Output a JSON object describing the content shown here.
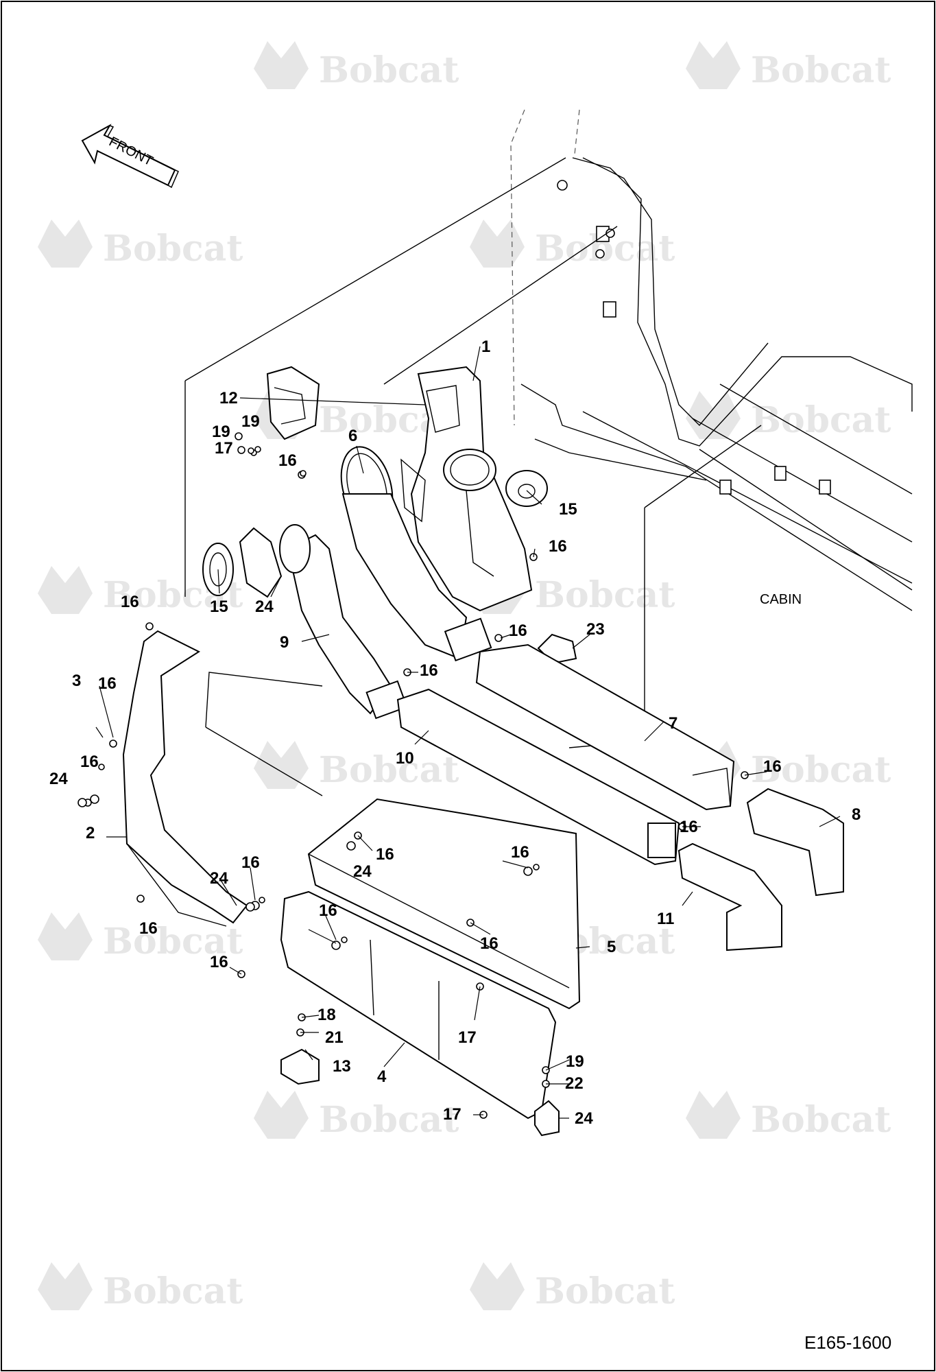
{
  "brand": {
    "watermark": "Bobcat",
    "watermark_color": "#e6e6e6"
  },
  "direction_arrow": {
    "label": "FRONT"
  },
  "area_label": "CABIN",
  "drawing_code": "E165-1600",
  "callouts": [
    "1",
    "2",
    "3",
    "4",
    "5",
    "6",
    "7",
    "8",
    "9",
    "10",
    "11",
    "12",
    "13",
    "15",
    "15",
    "16",
    "16",
    "16",
    "16",
    "16",
    "16",
    "16",
    "16",
    "16",
    "16",
    "16",
    "16",
    "16",
    "16",
    "16",
    "16",
    "17",
    "17",
    "17",
    "18",
    "19",
    "19",
    "19",
    "21",
    "22",
    "23",
    "24",
    "24",
    "24",
    "24",
    "24"
  ]
}
